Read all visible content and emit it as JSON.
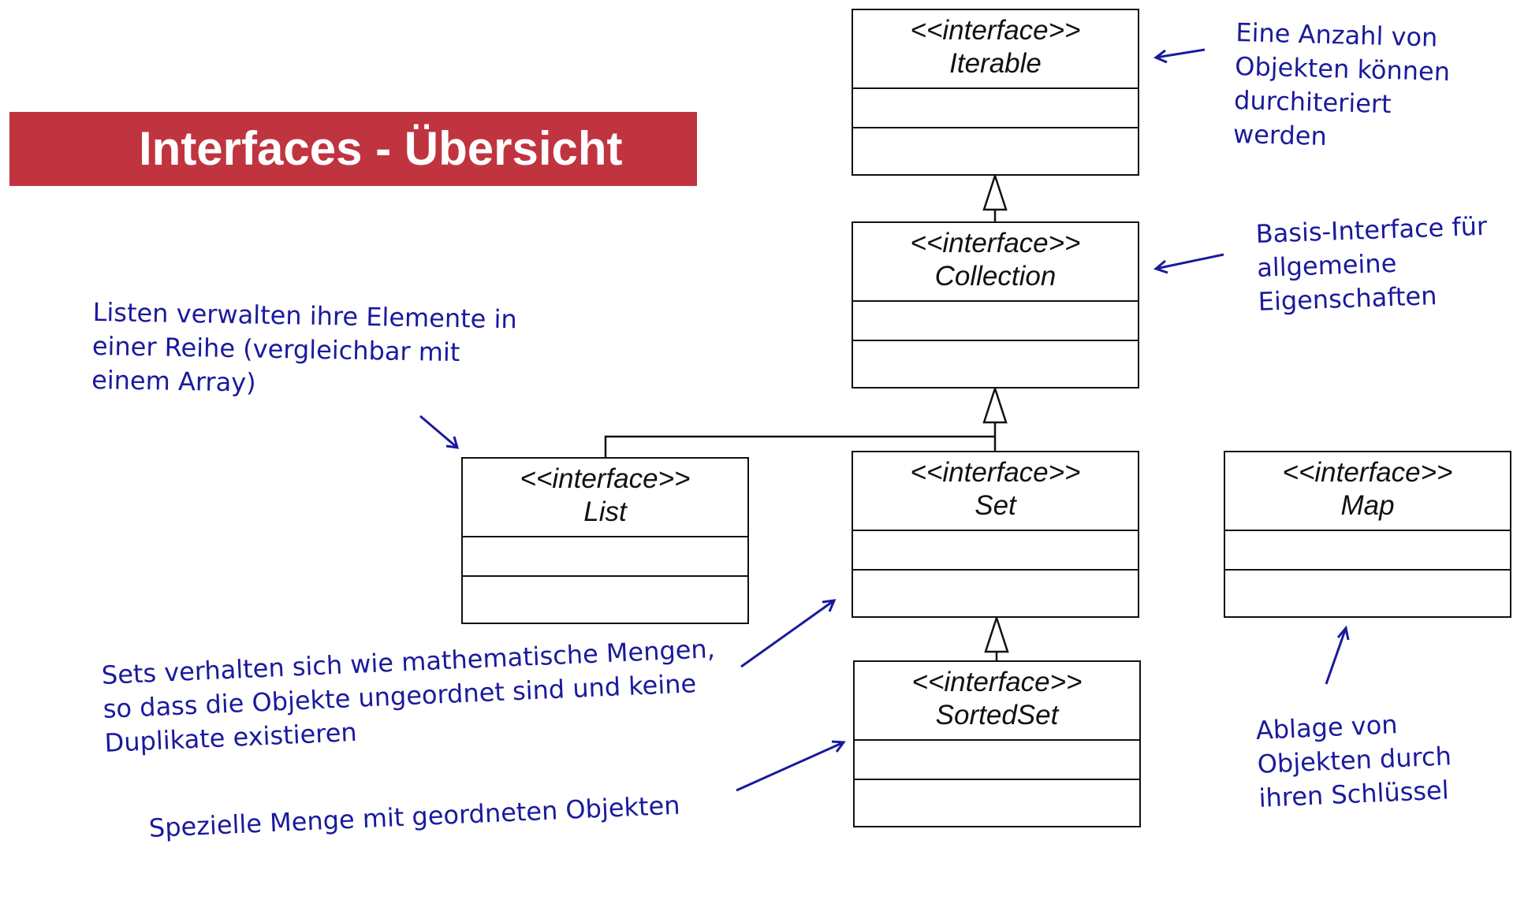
{
  "title": "Interfaces - Übersicht",
  "colors": {
    "title_bar": "#c0343f",
    "title_text": "#ffffff",
    "uml_line": "#111111",
    "annotation": "#1a1a9c"
  },
  "interfaces": {
    "iterable": {
      "stereotype": "<<interface>>",
      "name": "Iterable"
    },
    "collection": {
      "stereotype": "<<interface>>",
      "name": "Collection"
    },
    "list": {
      "stereotype": "<<interface>>",
      "name": "List"
    },
    "set": {
      "stereotype": "<<interface>>",
      "name": "Set"
    },
    "map": {
      "stereotype": "<<interface>>",
      "name": "Map"
    },
    "sortedset": {
      "stereotype": "<<interface>>",
      "name": "SortedSet"
    }
  },
  "relations": [
    {
      "from": "Collection",
      "to": "Iterable",
      "kind": "generalization"
    },
    {
      "from": "List",
      "to": "Collection",
      "kind": "generalization"
    },
    {
      "from": "Set",
      "to": "Collection",
      "kind": "generalization"
    },
    {
      "from": "SortedSet",
      "to": "Set",
      "kind": "generalization"
    }
  ],
  "annotations": {
    "iterable": "Eine Anzahl von\nObjekten können\ndurchiteriert\nwerden",
    "collection": "Basis-Interface für\nallgemeine\nEigenschaften",
    "list": "Listen verwalten ihre Elemente in\neiner Reihe (vergleichbar mit\neinem Array)",
    "set": "Sets verhalten sich wie mathematische Mengen,\nso dass die Objekte ungeordnet sind und keine\nDuplikate existieren",
    "sortedset": "Spezielle Menge mit geordneten Objekten",
    "map": "Ablage von\nObjekten durch\nihren Schlüssel"
  }
}
